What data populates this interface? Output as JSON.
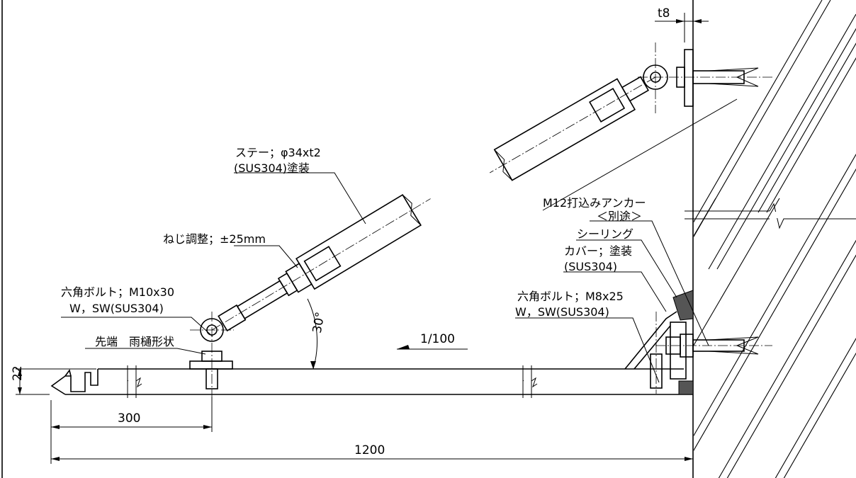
{
  "labels": {
    "stay_spec": "ステー；φ34xt2",
    "stay_material": "(SUS304)塗装",
    "screw_adjust": "ねじ調整；±25mm",
    "hex_bolt_left": "六角ボルト；M10x30",
    "hex_bolt_left_washer": "W，SW(SUS304)",
    "tip_shape": "先端　雨樋形状",
    "anchor": "M12打込みアンカー",
    "anchor_note": "＜別途＞",
    "sealing": "シーリング",
    "cover": "カバー；塗装",
    "cover_material": "(SUS304)",
    "hex_bolt_right": "六角ボルト；M8x25",
    "hex_bolt_right_washer": "W，SW(SUS304)",
    "slope": "1/100",
    "angle": "30°"
  },
  "dimensions": {
    "plate_thickness": "t8",
    "canopy_depth": "22",
    "bolt_offset": "300",
    "overall_length": "1200"
  }
}
